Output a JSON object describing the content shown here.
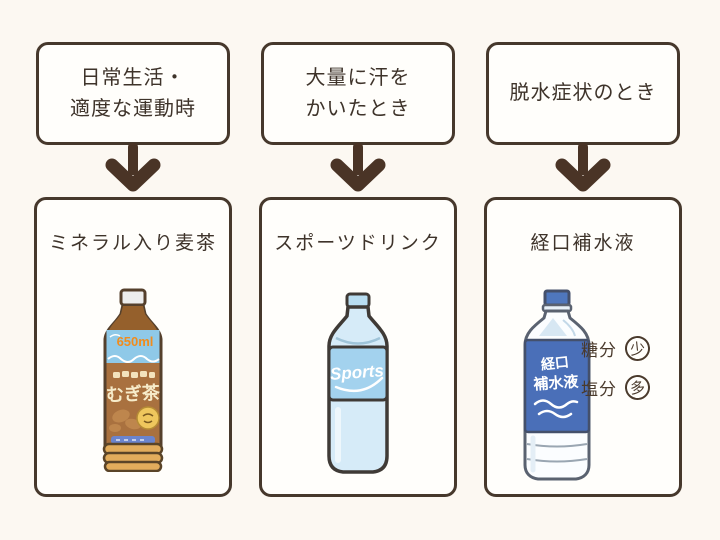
{
  "colors": {
    "background": "#fcf8f2",
    "box_border": "#46382c",
    "text": "#3e332a",
    "arrow": "#4a3426",
    "tea_body": "#a9713f",
    "tea_neck": "#95602c",
    "tea_sky_band": "#8fc9e8",
    "tea_volume_text": "#f08c1e",
    "tea_name_text": "#f7ecca",
    "tea_ribs": "#e2ac5c",
    "tea_badge": "#efc75d",
    "tea_strip": "#6b84cd",
    "sports_body": "#d6ebf8",
    "sports_label": "#a3d2ee",
    "sports_text": "#ffffff",
    "ors_label": "#4a6fb8",
    "ors_cap": "#4f77bd",
    "ors_body": "#fbfdff"
  },
  "columns": [
    {
      "condition_lines": [
        "日常生活・",
        "適度な運動時"
      ],
      "drink_title": "ミネラル入り麦茶",
      "bottle": {
        "kind": "barley-tea-bottle",
        "volume_label": "650ml",
        "name_label": "むぎ茶"
      }
    },
    {
      "condition_lines": [
        "大量に汗を",
        "かいたとき"
      ],
      "drink_title": "スポーツドリンク",
      "bottle": {
        "kind": "sports-drink-bottle",
        "name_label": "Sports"
      }
    },
    {
      "condition_lines": [
        "脱水症状のとき"
      ],
      "drink_title": "経口補水液",
      "bottle": {
        "kind": "oral-rehydration-solution-bottle",
        "name_label_line1": "経口",
        "name_label_line2": "補水液"
      },
      "notes": [
        {
          "label": "糖分",
          "badge": "少"
        },
        {
          "label": "塩分",
          "badge": "多"
        }
      ]
    }
  ]
}
